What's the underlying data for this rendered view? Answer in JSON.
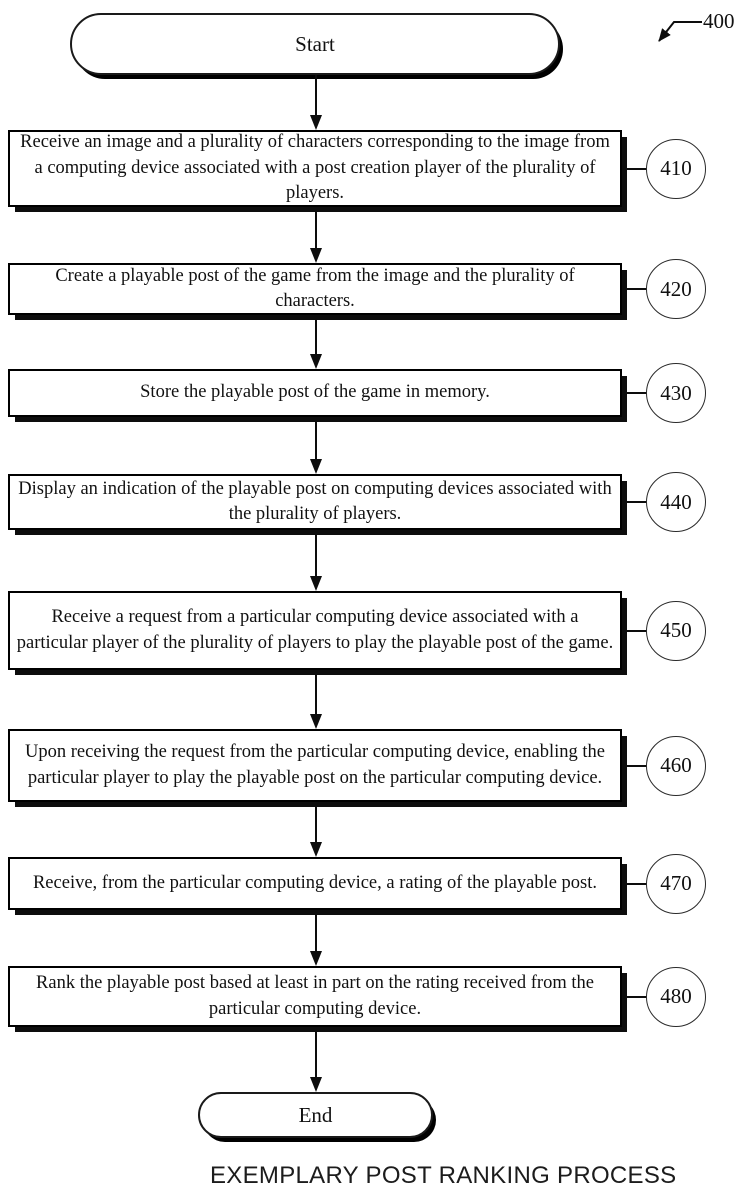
{
  "figure": {
    "ref_label": "400",
    "start_label": "Start",
    "end_label": "End",
    "caption": "EXEMPLARY POST RANKING PROCESS"
  },
  "colors": {
    "ink": "#111111",
    "background": "#ffffff"
  },
  "steps": [
    {
      "ref": "410",
      "text": "Receive an image and a plurality of characters corresponding to the image from a computing device associated with a post creation player of the plurality of players."
    },
    {
      "ref": "420",
      "text": "Create a playable post of the game from the image and the plurality of characters."
    },
    {
      "ref": "430",
      "text": "Store the playable post of the game in memory."
    },
    {
      "ref": "440",
      "text": "Display an indication of the playable post on computing devices associated with the plurality of players."
    },
    {
      "ref": "450",
      "text": "Receive a request from a particular computing device associated with a particular player of the plurality of players to play the playable post of the game."
    },
    {
      "ref": "460",
      "text": "Upon receiving the request from the particular computing device, enabling the particular player to play the playable post on the particular computing device."
    },
    {
      "ref": "470",
      "text": "Receive, from the particular computing device, a rating of the playable post."
    },
    {
      "ref": "480",
      "text": "Rank the playable post based at least in part on the rating received from the particular computing device."
    }
  ]
}
